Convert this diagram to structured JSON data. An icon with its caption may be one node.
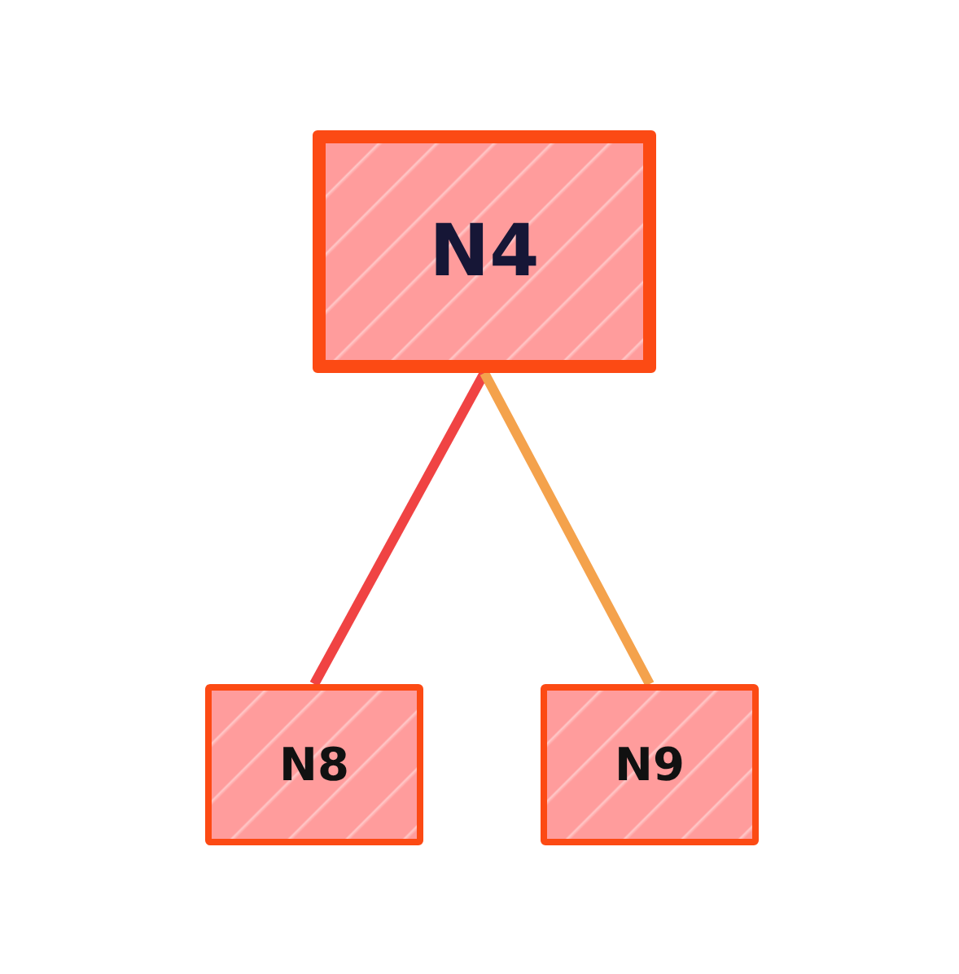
{
  "diagram": {
    "nodes": [
      {
        "text": [
          "N4"
        ]
      },
      {
        "text": [
          "N8"
        ]
      },
      {
        "text": [
          "N9"
        ]
      }
    ],
    "edges": [
      {
        "from": 0,
        "to": 1,
        "arrow": "none",
        "color": "#f04343"
      },
      {
        "from": 0,
        "to": 2,
        "arrow": "none",
        "color": "#f4a24c"
      }
    ]
  }
}
